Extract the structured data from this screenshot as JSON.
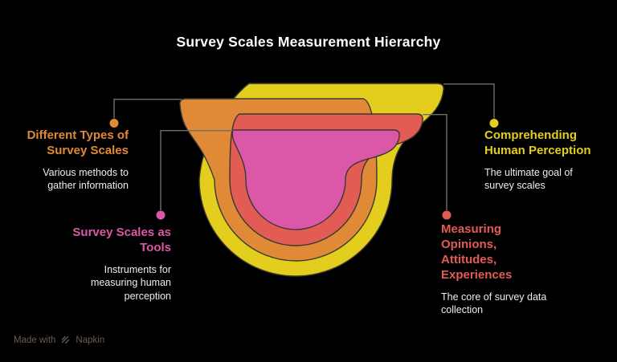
{
  "title": "Survey Scales Measurement Hierarchy",
  "colors": {
    "background": "#000000",
    "outline": "#3a382f",
    "leader_line": "#6e6e6e",
    "title_text": "#ffffff",
    "body_text": "#f1eee8",
    "footer_text": "#6b5c51"
  },
  "nodes": {
    "different_types": {
      "label": "Different Types of\nSurvey Scales",
      "description": "Various methods to\ngather information",
      "color": "#E08A38"
    },
    "comprehending": {
      "label": "Comprehending\nHuman Perception",
      "description": "The ultimate goal of\nsurvey scales",
      "color": "#E3CE1D"
    },
    "tools": {
      "label": "Survey Scales as\nTools",
      "description": "Instruments for\nmeasuring human\nperception",
      "color": "#DB57A8"
    },
    "measuring": {
      "label": "Measuring\nOpinions,\nAttitudes,\nExperiences",
      "description": "The core of survey data\ncollection",
      "color": "#E25B55"
    }
  },
  "footer": {
    "made_with": "Made with",
    "brand": "Napkin"
  }
}
